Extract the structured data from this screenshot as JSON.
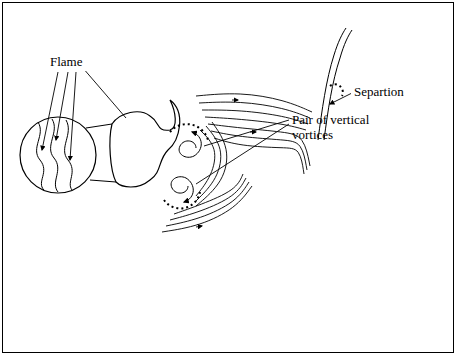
{
  "diagram": {
    "labels": [
      "Flame",
      "Separtion",
      "Pair of vertical vortices"
    ]
  }
}
